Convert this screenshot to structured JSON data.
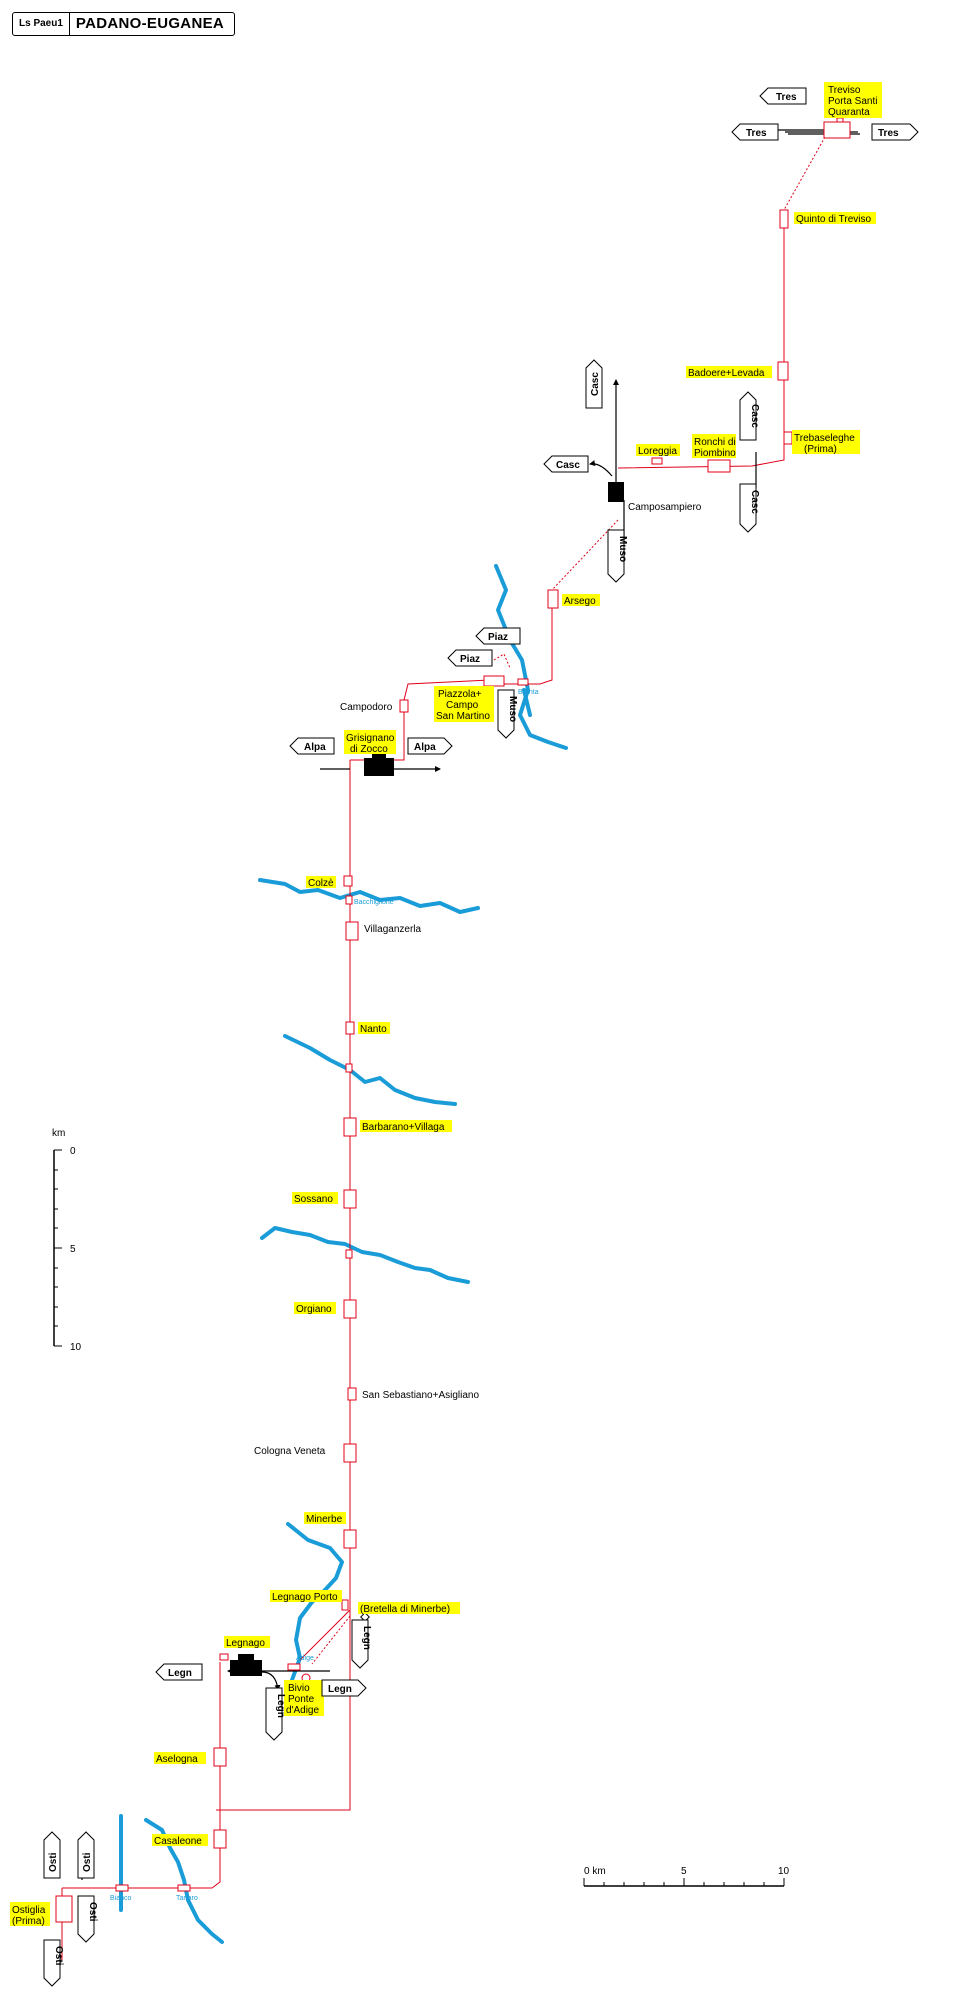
{
  "header": {
    "code": "Ls Paeu1",
    "name": "PADANO-EUGANEA"
  },
  "stations": {
    "treviso": [
      "Treviso",
      "Porta Santi",
      "Quaranta"
    ],
    "quinto": "Quinto di Treviso",
    "badoere": "Badoere+Levada",
    "trebaseleghe": [
      "Trebaseleghe",
      "(Prima)"
    ],
    "ronchi": [
      "Ronchi di",
      "Piombino"
    ],
    "loreggia": "Loreggia",
    "camposampiero": "Camposampiero",
    "arsego": "Arsego",
    "piazzola": [
      "Piazzola+",
      "Campo",
      "San Martino"
    ],
    "campodoro": "Campodoro",
    "grisignano": [
      "Grisignano",
      "di Zocco"
    ],
    "colze": "Colzè",
    "villaganzerla": "Villaganzerla",
    "nanto": "Nanto",
    "barbarano": "Barbarano+Villaga",
    "sossano": "Sossano",
    "orgiano": "Orgiano",
    "sansebastiano": "San Sebastiano+Asigliano",
    "cologna": "Cologna Veneta",
    "minerbe": "Minerbe",
    "legnagoporto": "Legnago Porto",
    "bretella": "(Bretella di Minerbe)",
    "legnago": "Legnago",
    "bivio": [
      "Bivio",
      "Ponte",
      "d'Adige"
    ],
    "aselogna": "Aselogna",
    "casaleone": "Casaleone",
    "ostiglia": [
      "Ostiglia",
      "(Prima)"
    ]
  },
  "rivers": {
    "brenta": "Brenta",
    "bacchiglione": "Bacchiglione",
    "adige": "Adige",
    "bianco": "Bianco",
    "tartaro": "Tartaro"
  },
  "destinations": {
    "tres": "Tres",
    "casc": "Casc",
    "muso": "Muso",
    "piaz": "Piaz",
    "alpa": "Alpa",
    "legn": "Legn",
    "osti": "Osti"
  },
  "scale_vertical": {
    "unit": "km",
    "ticks": [
      "0",
      "5",
      "10"
    ]
  },
  "scale_horizontal": {
    "ticks": [
      "0 km",
      "5",
      "10"
    ]
  },
  "colors": {
    "railway": "#e0001a",
    "river": "#1a9cd8",
    "highlight": "#ffff00",
    "major_station": "#000000"
  }
}
